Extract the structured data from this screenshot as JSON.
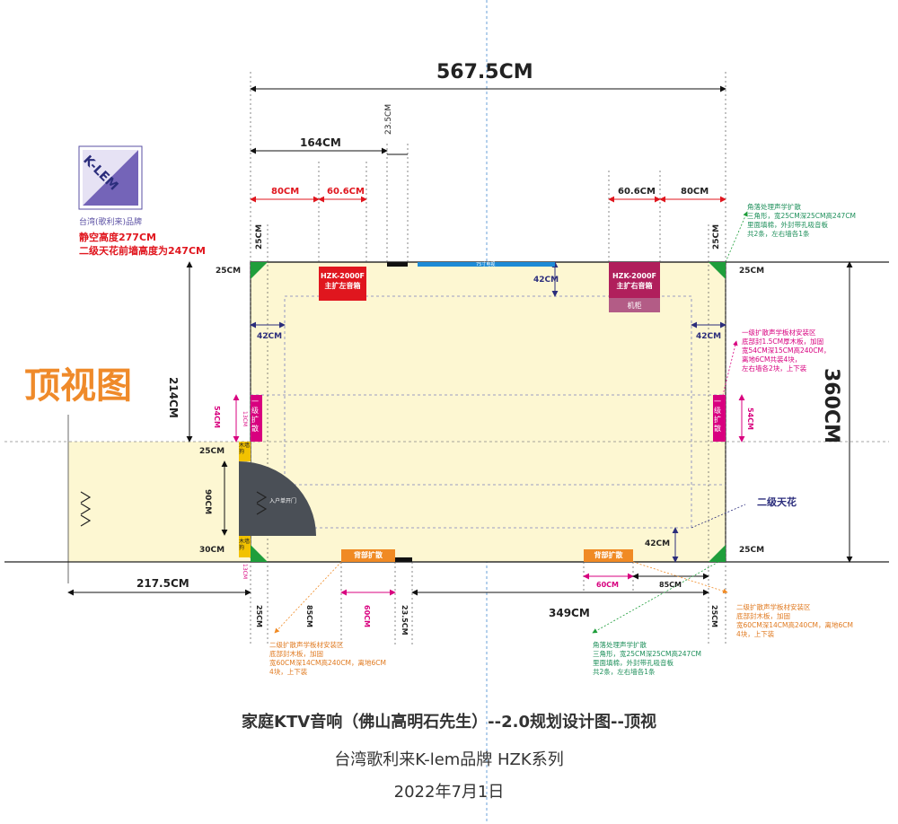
{
  "dims": {
    "total_width": "567.5CM",
    "left_section": "164CM",
    "small_235_top": "23.5CM",
    "d80_left": "80CM",
    "d606_left": "60.6CM",
    "d606_right": "60.6CM",
    "d80_right": "80CM",
    "d25_top_left": "25CM",
    "d25_top_right": "25CM",
    "d25_row_left": "25CM",
    "d25_row_right": "25CM",
    "d42_top": "42CM",
    "d214": "214CM",
    "d42_left": "42CM",
    "d42_right": "42CM",
    "height_360": "360CM",
    "d54_left": "54CM",
    "d54_right": "54CM",
    "d13_top": "13CM",
    "d25_door": "25CM",
    "d90": "90CM",
    "d30": "30CM",
    "d13_bottom": "13CM",
    "d42_bottom": "42CM",
    "d25_bottom_right": "25CM",
    "d2175": "217.5CM",
    "d60_bottom": "60CM",
    "d85_bottom": "85CM",
    "d25_b1": "25CM",
    "d85_v": "85CM",
    "d60_v": "60CM",
    "d235_v": "23.5CM",
    "d349": "349CM",
    "d25_b2": "25CM"
  },
  "brand": {
    "logo_text": "K-LEM",
    "logo_sub": "台湾(歌利来)品牌",
    "note1": "静空高度277CM",
    "note2": "二级天花前墙高度为247CM"
  },
  "view_title": "顶视图",
  "labels": {
    "speaker_left_line1": "HZK-2000F",
    "speaker_left_line2": "主扩左音箱",
    "speaker_right_line1": "HZK-2000F",
    "speaker_right_line2": "主扩右音箱",
    "cabinet": "机柜",
    "tv": "75寸电视",
    "diffuser_left": "一级扩散",
    "diffuser_right": "一级扩散",
    "door_wall_top": "木墙狗",
    "door_wall_bottom": "木墙狗",
    "door": "入户单开门",
    "back_left": "背部扩散",
    "back_right": "背部扩散",
    "ceiling2": "二级天花"
  },
  "notes": {
    "corner_top": [
      "角落处理声学扩散",
      "三角形，宽25CM深25CM高247CM",
      "里面填棉，外封带孔吸音板",
      "共2条，左右墙各1条"
    ],
    "diffuser1": [
      "一级扩散声学板材安装区",
      "底部封1.5CM厚木板，加固",
      "宽54CM深15CM高240CM，",
      "离地6CM共装4块，",
      "左右墙各2块，上下装"
    ],
    "rear_right": [
      "二级扩散声学板材安装区",
      "底部封木板，加固",
      "宽60CM深14CM高240CM，离地6CM",
      "4块，上下装"
    ],
    "rear_left": [
      "二级扩散声学板材安装区",
      "底部封木板，加固",
      "宽60CM深14CM高240CM，离地6CM",
      "4块，上下装"
    ],
    "corner_bottom": [
      "角落处理声学扩散",
      "三角形，宽25CM深25CM高247CM",
      "里面填棉，外封带孔吸音板",
      "共2条，左右墙各1条"
    ]
  },
  "footer": {
    "title": "家庭KTV音响（佛山高明石先生）--2.0规划设计图--顶视",
    "brand": "台湾歌利来K-lem品牌  HZK系列",
    "date": "2022年7月1日"
  },
  "colors": {
    "room_fill": "#fdf7d2",
    "red": "#e0161e",
    "magenta": "#d8007f",
    "orange": "#f08a24",
    "green": "#1f9e3b",
    "navy": "#2b2d7c",
    "title_orange": "#ef8a2a",
    "teal_note": "#1d8f5a"
  }
}
